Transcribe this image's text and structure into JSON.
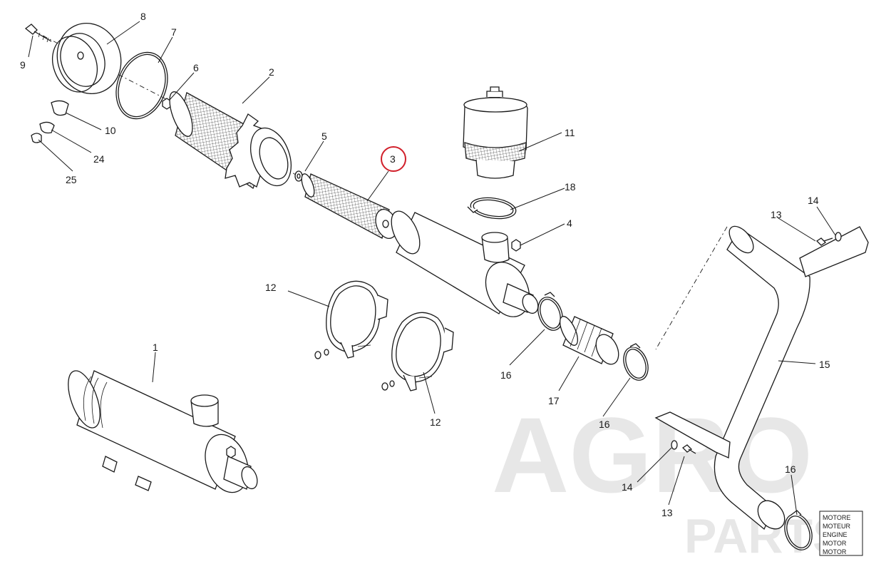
{
  "watermark": {
    "line1": "AGRO",
    "line2": "PARTS"
  },
  "highlight_color": "#d11f2a",
  "highlighted_part": "3",
  "labels": {
    "p1": "1",
    "p2": "2",
    "p3": "3",
    "p4": "4",
    "p5": "5",
    "p6": "6",
    "p7": "7",
    "p8": "8",
    "p9": "9",
    "p10": "10",
    "p11": "11",
    "p12a": "12",
    "p12b": "12",
    "p13a": "13",
    "p13b": "13",
    "p14a": "14",
    "p14b": "14",
    "p15": "15",
    "p16a": "16",
    "p16b": "16",
    "p16c": "16",
    "p17": "17",
    "p18": "18",
    "p24": "24",
    "p25": "25"
  },
  "engine_box": [
    "MOTORE",
    "MOTEUR",
    "ENGINE",
    "MOTOR",
    "MOTOR"
  ]
}
